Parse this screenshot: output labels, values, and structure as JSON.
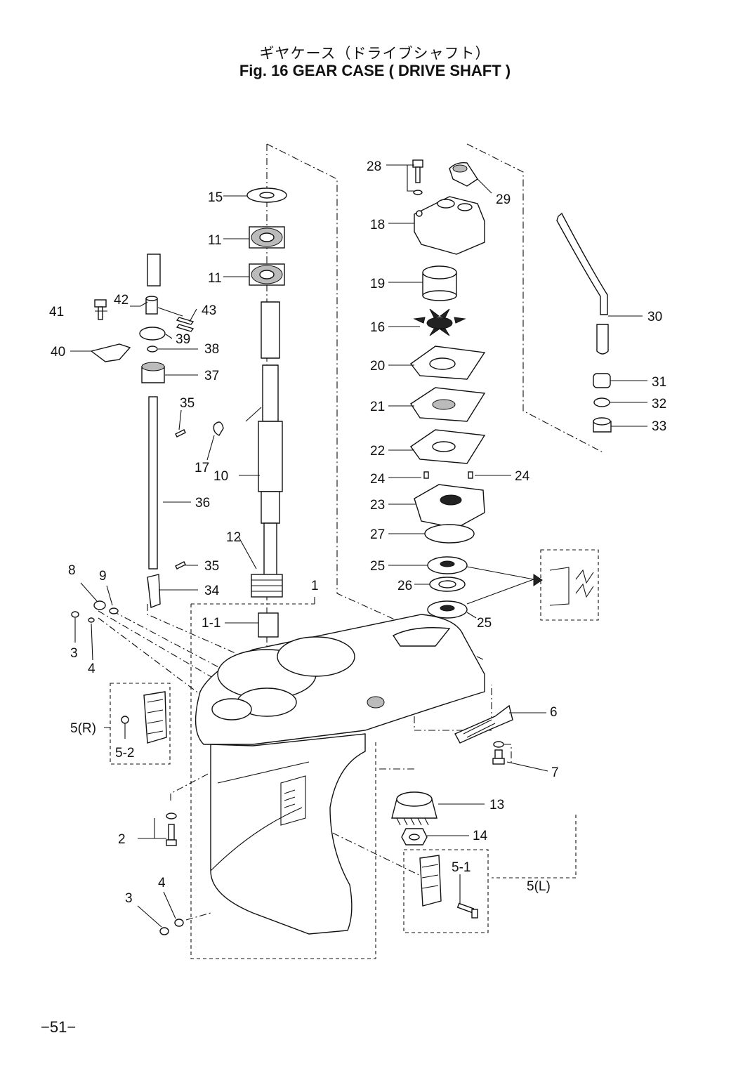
{
  "title_jp": "ギヤケース（ドライブシャフト）",
  "title_en": "Fig. 16   GEAR CASE ( DRIVE SHAFT )",
  "page_number": "−51−",
  "labels": {
    "p1": "1",
    "p1_1": "1-1",
    "p2": "2",
    "p3a": "3",
    "p3b": "3",
    "p4a": "4",
    "p4b": "4",
    "p5r": "5(R)",
    "p5_2": "5-2",
    "p5l": "5(L)",
    "p5_1": "5-1",
    "p6": "6",
    "p7": "7",
    "p8": "8",
    "p9": "9",
    "p10": "10",
    "p11a": "11",
    "p11b": "11",
    "p12": "12",
    "p13": "13",
    "p14": "14",
    "p15": "15",
    "p16": "16",
    "p17": "17",
    "p18": "18",
    "p19": "19",
    "p20": "20",
    "p21": "21",
    "p22": "22",
    "p23": "23",
    "p24a": "24",
    "p24b": "24",
    "p25a": "25",
    "p25b": "25",
    "p26": "26",
    "p27": "27",
    "p28": "28",
    "p29": "29",
    "p30": "30",
    "p31": "31",
    "p32": "32",
    "p33": "33",
    "p34": "34",
    "p35a": "35",
    "p35b": "35",
    "p36": "36",
    "p37": "37",
    "p38": "38",
    "p39": "39",
    "p40": "40",
    "p41": "41",
    "p42": "42",
    "p43": "43"
  }
}
